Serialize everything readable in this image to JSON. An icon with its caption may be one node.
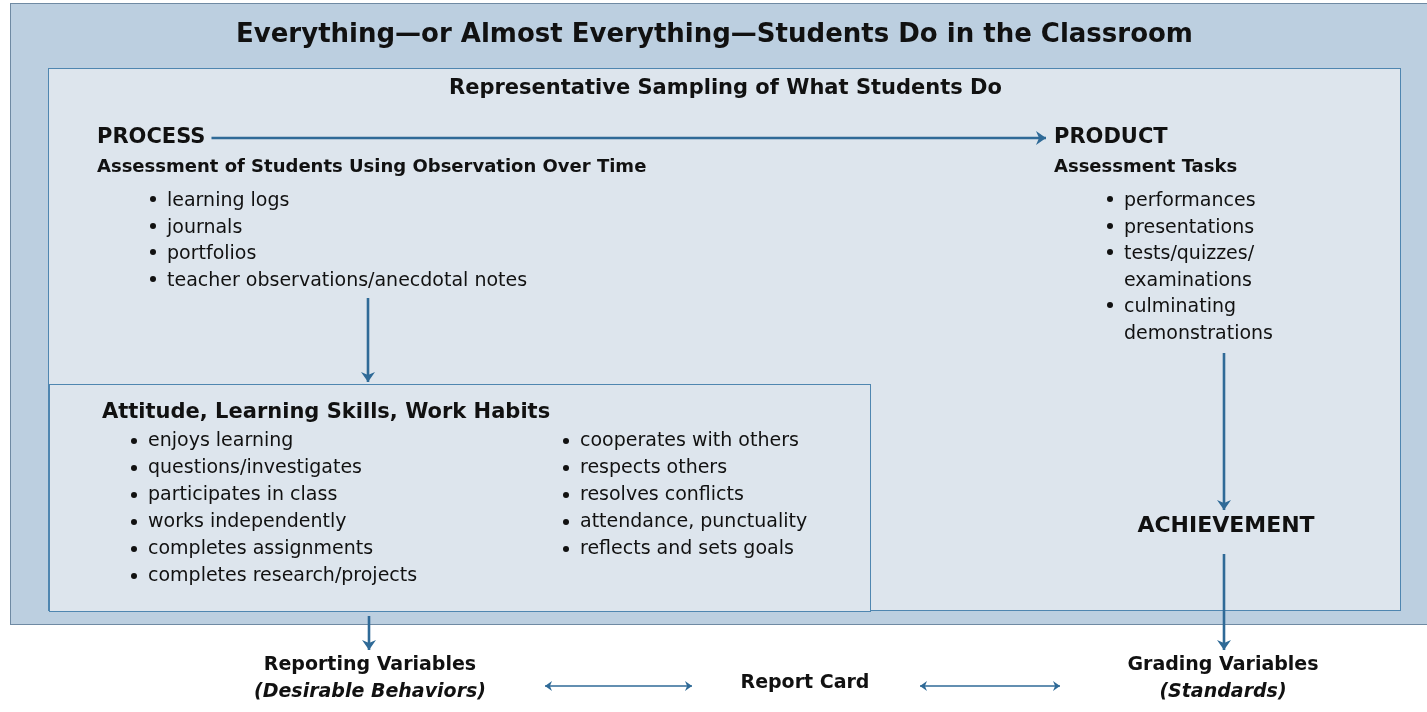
{
  "diagram": {
    "nodes": [
      {
        "text": [
          "Everything—or Almost Everything—Students Do in the Classroom"
        ]
      },
      {
        "text": [
          "Representative Sampling of What Students Do"
        ],
        "in": 0
      },
      {
        "text": [
          "PROCESS",
          "Assessment of Students Using Observation Over Time",
          "learning logs",
          "journals",
          "portfolios",
          "teacher observations/anecdotal notes"
        ],
        "in": 1
      },
      {
        "text": [
          "PRODUCT",
          "Assessment Tasks",
          "performances",
          "presentations",
          "tests/quizzes/ examinations",
          "culminating demonstrations"
        ],
        "in": 1
      },
      {
        "text": [
          "Attitude, Learning Skills, Work Habits",
          "enjoys learning",
          "questions/investigates",
          "participates in class",
          "works independently",
          "completes assignments",
          "completes research/projects",
          "cooperates with others",
          "respects others",
          "resolves conflicts",
          "attendance, punctuality",
          "reflects and sets goals"
        ],
        "in": 1
      },
      {
        "text": [
          "ACHIEVEMENT"
        ],
        "in": 1
      },
      {
        "text": [
          "Reporting Variables",
          "(Desirable Behaviors)"
        ]
      },
      {
        "text": [
          "Report Card"
        ]
      },
      {
        "text": [
          "Grading Variables",
          "(Standards)"
        ]
      }
    ],
    "edges": [
      {
        "from": 2,
        "to": 3,
        "arrow": "to"
      },
      {
        "from": 2,
        "to": 4,
        "arrow": "to"
      },
      {
        "from": 3,
        "to": 5,
        "arrow": "to"
      },
      {
        "from": 4,
        "to": 6,
        "arrow": "to"
      },
      {
        "from": 5,
        "to": 8,
        "arrow": "to"
      },
      {
        "from": 6,
        "to": 7,
        "arrow": "both"
      },
      {
        "from": 7,
        "to": 8,
        "arrow": "both"
      }
    ]
  }
}
